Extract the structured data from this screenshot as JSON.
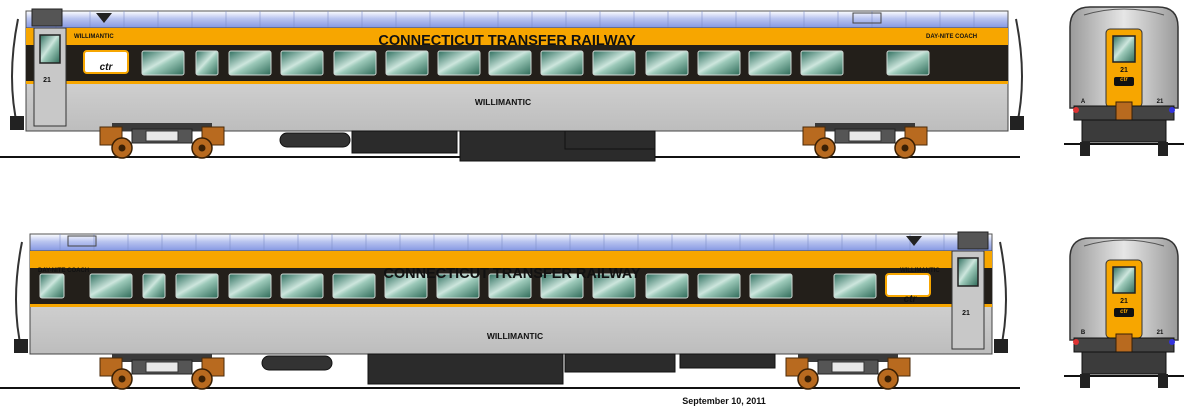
{
  "colors": {
    "roof_light": "#dfe6f7",
    "roof_blue": "#8fa0e6",
    "band_yellow": "#f7a600",
    "band_dark": "#231f1a",
    "body_silver": "#d6d6d6",
    "window_green": "#4f8f7b",
    "underframe": "#2b2b2b",
    "truck_brown": "#b86a1f",
    "logo_border": "#f7a600"
  },
  "car_top": {
    "railway_name": "CONNECTICUT TRANSFER RAILWAY",
    "car_name": "WILLIMANTIC",
    "small_left": "WILLIMANTIC",
    "small_right": "DAY-NITE COACH",
    "car_number": "21",
    "logo": "ctr"
  },
  "car_bottom": {
    "railway_name": "CONNECTICUT TRANSFER RAILWAY",
    "car_name": "WILLIMANTIC",
    "small_left": "DAY-NITE COACH",
    "small_right": "WILLIMANTIC",
    "car_number": "21",
    "logo": "ctr"
  },
  "end_top": {
    "number_door": "21",
    "logo": "ctr",
    "end_letter": "A",
    "number_side": "21"
  },
  "end_bottom": {
    "number_door": "21",
    "logo": "ctr",
    "end_letter": "B",
    "number_side": "21"
  },
  "footer": {
    "date": "September 10, 2011"
  }
}
